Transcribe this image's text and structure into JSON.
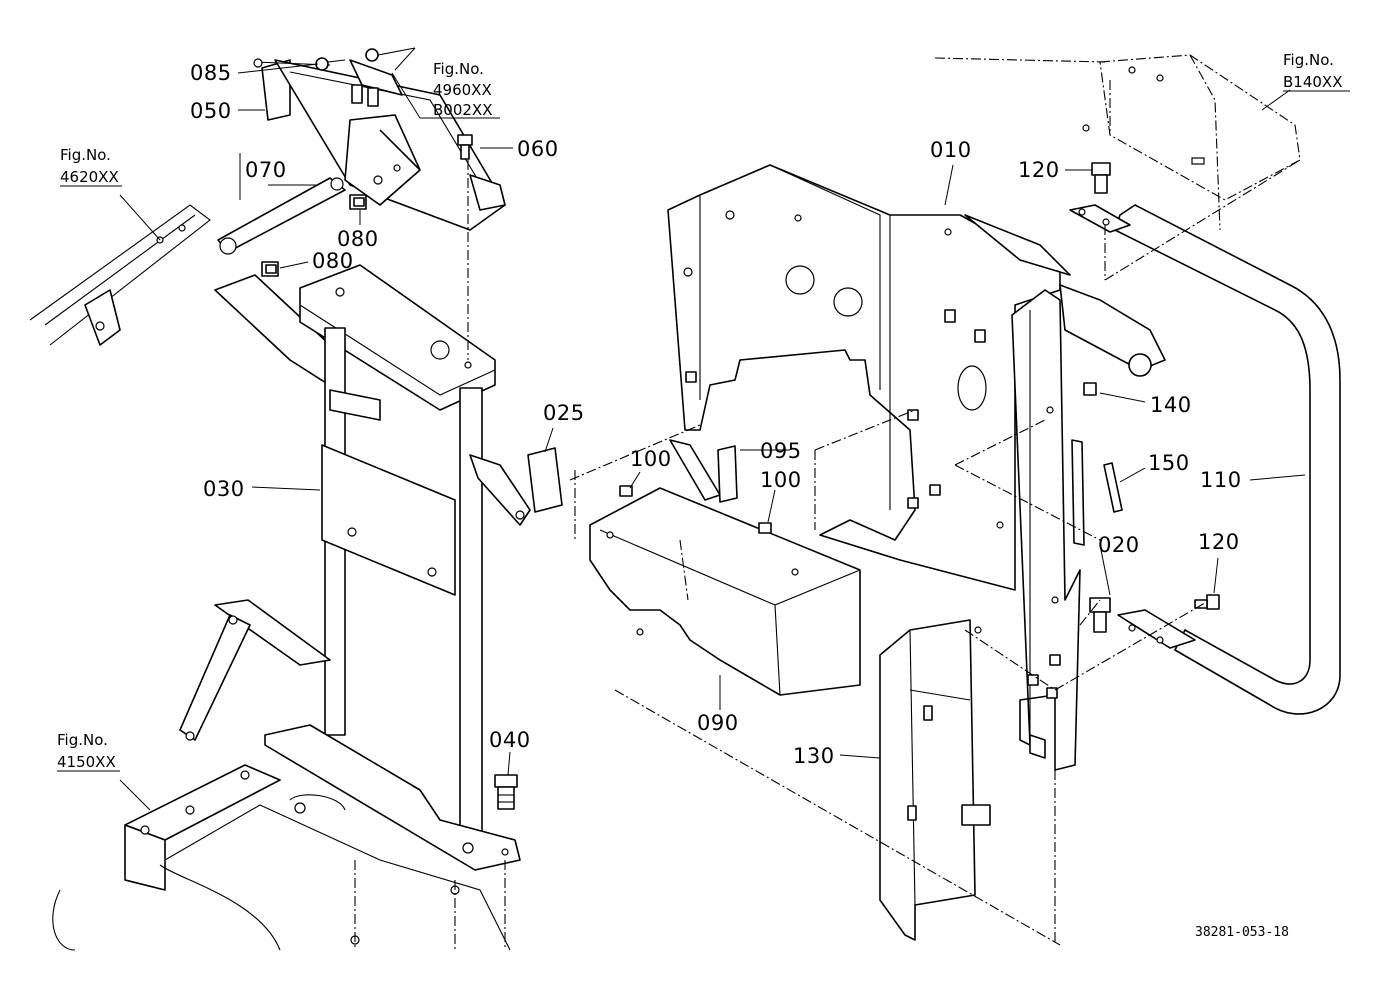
{
  "diagram_code": "38281-053-18",
  "figure_refs": {
    "fig_4620": {
      "line1": "Fig.No.",
      "line2": "4620XX"
    },
    "fig_4960": {
      "line1": "Fig.No.",
      "line2": "4960XX",
      "line3": "B002XX"
    },
    "fig_4150": {
      "line1": "Fig.No.",
      "line2": "4150XX"
    },
    "fig_b140": {
      "line1": "Fig.No.",
      "line2": "B140XX"
    }
  },
  "part_labels": {
    "p085": "085",
    "p050": "050",
    "p070": "070",
    "p060": "060",
    "p080a": "080",
    "p080b": "080",
    "p030": "030",
    "p025": "025",
    "p100a": "100",
    "p095": "095",
    "p100b": "100",
    "p090": "090",
    "p040": "040",
    "p010": "010",
    "p120a": "120",
    "p140": "140",
    "p150": "150",
    "p110": "110",
    "p020": "020",
    "p120b": "120",
    "p130": "130"
  }
}
